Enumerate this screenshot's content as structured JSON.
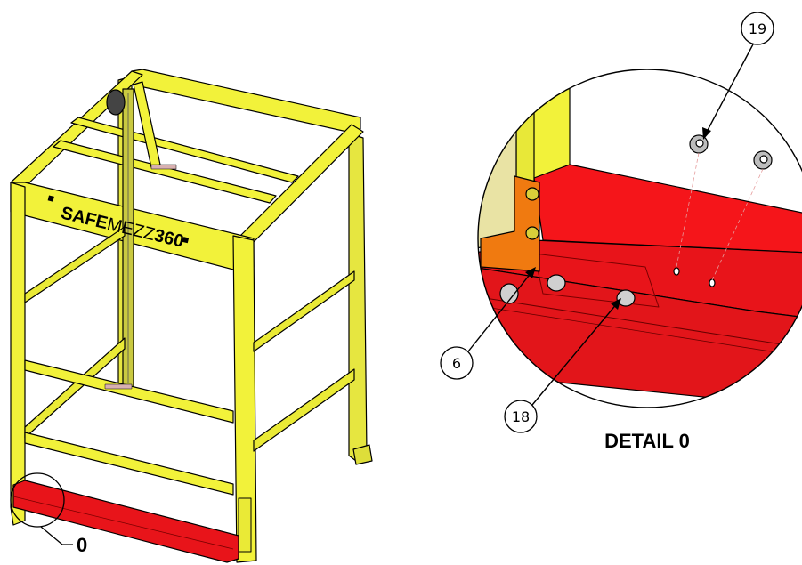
{
  "frame": {
    "brand_bold_1": "SAFE",
    "brand_light": "MEZZ",
    "brand_bold_2": "360"
  },
  "detail_marker": {
    "label": "0"
  },
  "detail_view": {
    "title": "DETAIL 0",
    "callouts": [
      {
        "id": "callout-19",
        "number": "19"
      },
      {
        "id": "callout-6",
        "number": "6"
      },
      {
        "id": "callout-18",
        "number": "18"
      }
    ]
  },
  "colors": {
    "frame_yellow": "#f2f23a",
    "beam_red": "#e8141a",
    "bracket_orange": "#f07a10",
    "outline": "#000000"
  }
}
